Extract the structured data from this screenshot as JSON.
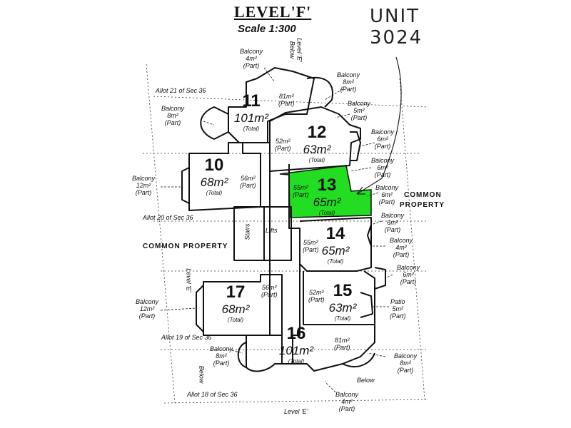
{
  "header": {
    "title": "LEVEL'F'",
    "scale": "Scale 1:300"
  },
  "annotation": {
    "line1": "UNIT",
    "line2": "3024"
  },
  "units": [
    {
      "number": "11",
      "area": "101m²",
      "note": "(Total)"
    },
    {
      "number": "12",
      "area": "63m²",
      "note": "(Total)"
    },
    {
      "number": "10",
      "area": "68m²",
      "note": "(Total)"
    },
    {
      "number": "13",
      "area": "65m²",
      "note": "(Total)"
    },
    {
      "number": "14",
      "area": "65m²",
      "note": "(Total)"
    },
    {
      "number": "17",
      "area": "68m²",
      "note": "(Total)"
    },
    {
      "number": "15",
      "area": "63m²",
      "note": "(Total)"
    },
    {
      "number": "16",
      "area": "101m²",
      "note": "(Total)"
    }
  ],
  "parts": [
    {
      "area": "81m²",
      "note": "(Part)"
    },
    {
      "area": "52m²",
      "note": "(Part)"
    },
    {
      "area": "56m²",
      "note": "(Part)"
    },
    {
      "area": "55m²",
      "note": "(Part)"
    },
    {
      "area": "55m²",
      "note": "(Part)"
    },
    {
      "area": "56m²",
      "note": "(Part)"
    },
    {
      "area": "52m²",
      "note": "(Part)"
    },
    {
      "area": "81m²",
      "note": "(Part)"
    }
  ],
  "balconies": [
    {
      "name": "Balcony",
      "area": "4m²",
      "note": "(Part)"
    },
    {
      "name": "Balcony",
      "area": "8m²",
      "note": "(Part)"
    },
    {
      "name": "Balcony",
      "area": "5m²",
      "note": "(Part)"
    },
    {
      "name": "Balcony",
      "area": "8m²",
      "note": "(Part)"
    },
    {
      "name": "Balcony",
      "area": "6m²",
      "note": "(Part)"
    },
    {
      "name": "Balcony",
      "area": "6m²",
      "note": "(Part)"
    },
    {
      "name": "Balcony",
      "area": "12m²",
      "note": "(Part)"
    },
    {
      "name": "Balcony",
      "area": "6m²",
      "note": "(Part)"
    },
    {
      "name": "Balcony",
      "area": "6m²",
      "note": "(Part)"
    },
    {
      "name": "Balcony",
      "area": "4m²",
      "note": "(Part)"
    },
    {
      "name": "Balcony",
      "area": "6m²",
      "note": "(Part)"
    },
    {
      "name": "Balcony",
      "area": "12m²",
      "note": "(Part)"
    },
    {
      "name": "Patio",
      "area": "5m²",
      "note": "(Part)"
    },
    {
      "name": "Balcony",
      "area": "8m²",
      "note": "(Part)"
    },
    {
      "name": "Balcony",
      "area": "8m²",
      "note": "(Part)"
    },
    {
      "name": "Balcony",
      "area": "4m²",
      "note": "(Part)"
    }
  ],
  "labels": {
    "common_property_left": "COMMON  PROPERTY",
    "common_property_right_1": "COMMON",
    "common_property_right_2": "PROPERTY",
    "stairs": "Stairs",
    "lifts": "Lifts",
    "allot_21": "Allot 21 of Sec 36",
    "allot_20": "Allot 20 of Sec 36",
    "allot_19": "Allot 19 of Sec 36",
    "allot_18": "Allot 18 of Sec 36",
    "level_e_below_top_1": "Level 'E'",
    "level_e_below_top_2": "Below",
    "level_e_left": "Level 'E'",
    "below_left": "Below",
    "below_bottom": "Below",
    "level_e_bottom": "Level 'E'"
  },
  "colors": {
    "highlight": "#22dd22",
    "ink": "#111111"
  }
}
